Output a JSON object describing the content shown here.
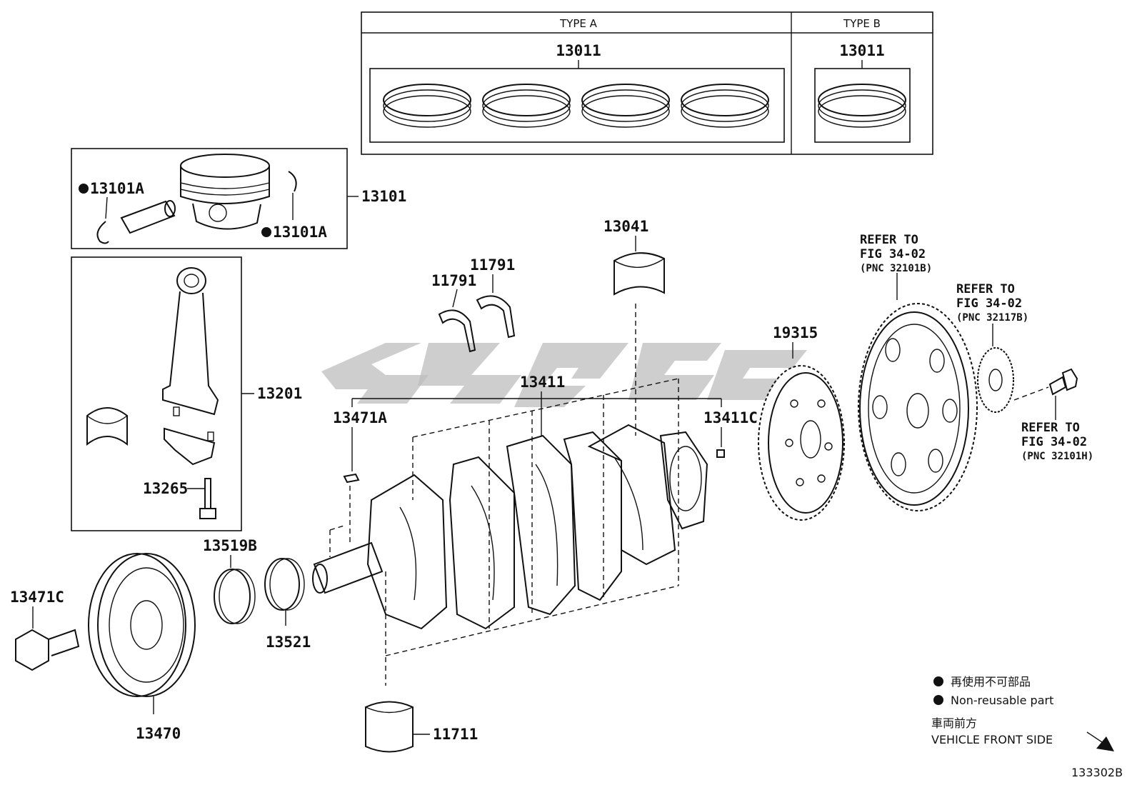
{
  "type_table": {
    "type_a_label": "TYPE A",
    "type_b_label": "TYPE B",
    "type_a_part": "13011",
    "type_b_part": "13011"
  },
  "parts": {
    "p13101": "13101",
    "p13101a_left": "13101A",
    "p13101a_right": "13101A",
    "p13201": "13201",
    "p13265": "13265",
    "p13041": "13041",
    "p11791_a": "11791",
    "p11791_b": "11791",
    "p13411": "13411",
    "p13471a": "13471A",
    "p13411c": "13411C",
    "p19315": "19315",
    "p13519b": "13519B",
    "p13471c": "13471C",
    "p13521": "13521",
    "p13470": "13470",
    "p11711": "11711"
  },
  "references": {
    "ref1": {
      "line1": "REFER TO",
      "line2": "FIG 34-02",
      "line3": "(PNC 32101B)"
    },
    "ref2": {
      "line1": "REFER TO",
      "line2": "FIG 34-02",
      "line3": "(PNC 32117B)"
    },
    "ref3": {
      "line1": "REFER TO",
      "line2": "FIG 34-02",
      "line3": "(PNC 32101H)"
    }
  },
  "legend": {
    "non_reusable_jp": "再使用不可部品",
    "non_reusable_en": "Non-reusable part",
    "front_jp": "車両前方",
    "front_en": "VEHICLE FRONT SIDE"
  },
  "figure_id": "133302B",
  "icons": [
    "non-reusable-bullet-icon",
    "vehicle-front-arrow-icon",
    "watermark-logo"
  ]
}
